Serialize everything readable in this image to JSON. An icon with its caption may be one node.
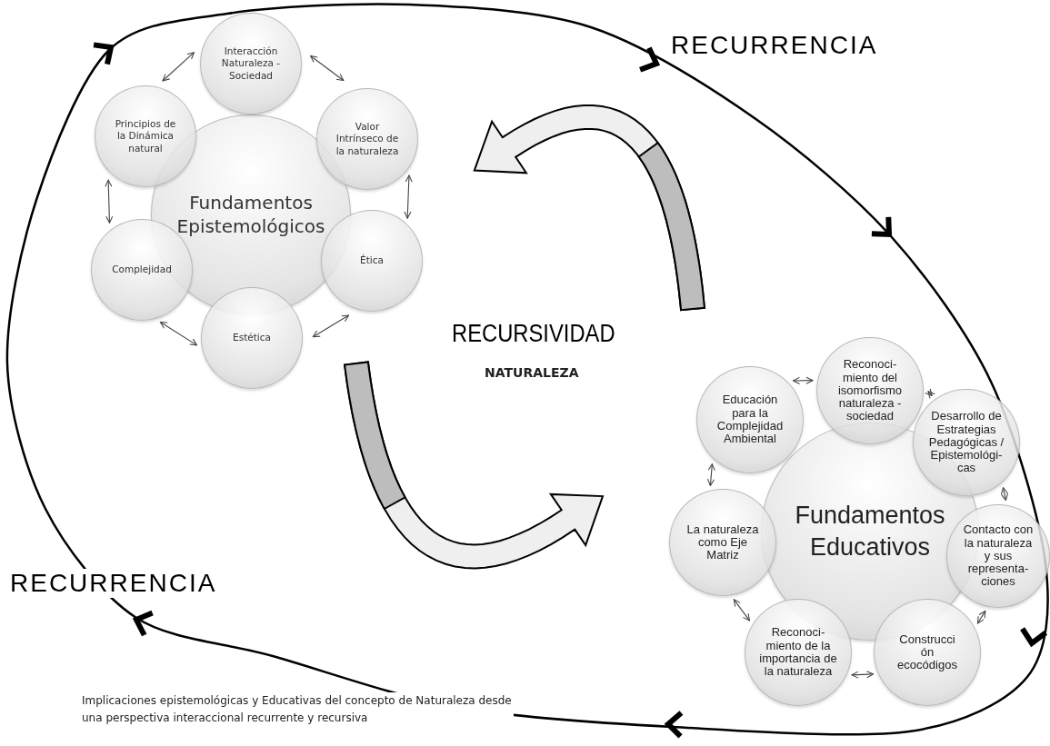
{
  "diagram": {
    "caption": "Implicaciones epistemológicas y Educativas del concepto de Naturaleza desde una perspectiva interaccional recurrente y recursiva",
    "nodes": [
      {
        "text": [
          "Fundamentos Epistemológicos"
        ]
      },
      {
        "text": [
          "Interacción Naturaleza - Sociedad"
        ]
      },
      {
        "text": [
          "Valor Intrínseco de la naturaleza"
        ]
      },
      {
        "text": [
          "Ética"
        ]
      },
      {
        "text": [
          "Estética"
        ]
      },
      {
        "text": [
          "Complejidad"
        ]
      },
      {
        "text": [
          "Principios de la Dinámica natural"
        ]
      },
      {
        "text": [
          "Fundamentos Educativos"
        ]
      },
      {
        "text": [
          "Reconoci- miento del isomorfismo naturaleza - sociedad"
        ]
      },
      {
        "text": [
          "Desarrollo de Estrategias Pedagógicas / Epistemológi- cas"
        ]
      },
      {
        "text": [
          "Contacto con la naturaleza y sus representa- ciones"
        ]
      },
      {
        "text": [
          "Construcci ón ecocódigos"
        ]
      },
      {
        "text": [
          "Reconoci- miento de la importancia de la naturaleza"
        ]
      },
      {
        "text": [
          "La naturaleza como Eje Matriz"
        ]
      },
      {
        "text": [
          "Educación para la Complejidad Ambiental"
        ]
      }
    ],
    "edges": [
      {
        "from": 6,
        "to": 1,
        "arrow": "both"
      },
      {
        "from": 1,
        "to": 2,
        "arrow": "both"
      },
      {
        "from": 2,
        "to": 3,
        "arrow": "both"
      },
      {
        "from": 3,
        "to": 4,
        "arrow": "both"
      },
      {
        "from": 4,
        "to": 5,
        "arrow": "both"
      },
      {
        "from": 5,
        "to": 6,
        "arrow": "both"
      },
      {
        "from": 14,
        "to": 8,
        "arrow": "both"
      },
      {
        "from": 8,
        "to": 9,
        "arrow": "both"
      },
      {
        "from": 9,
        "to": 10,
        "arrow": "both"
      },
      {
        "from": 10,
        "to": 11,
        "arrow": "both"
      },
      {
        "from": 11,
        "to": 12,
        "arrow": "both"
      },
      {
        "from": 12,
        "to": 13,
        "arrow": "both"
      },
      {
        "from": 13,
        "to": 14,
        "arrow": "both"
      }
    ],
    "labels": [
      "RECURRENCIA",
      "RECURSIVIDAD",
      "NATURALEZA",
      "RECURRENCIA"
    ]
  }
}
